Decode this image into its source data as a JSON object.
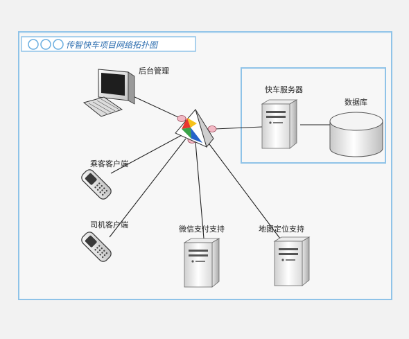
{
  "window": {
    "title": "传智快车项目网络拓扑图"
  },
  "nodes": {
    "admin": {
      "label": "后台管理",
      "icon": "desktop-computer-icon"
    },
    "hub": {
      "icon": "network-hub-icon"
    },
    "server_cluster": {
      "server": {
        "label": "快车服务器",
        "icon": "server-tower-icon"
      },
      "database": {
        "label": "数据库",
        "icon": "database-cylinder-icon"
      }
    },
    "passenger": {
      "label": "乘客客户端",
      "icon": "mobile-phone-icon"
    },
    "driver": {
      "label": "司机客户端",
      "icon": "mobile-phone-icon"
    },
    "wechat_pay": {
      "label": "微信支付支持",
      "icon": "server-tower-icon"
    },
    "map_location": {
      "label": "地图定位支持",
      "icon": "server-tower-icon"
    }
  },
  "links": [
    [
      "admin",
      "hub"
    ],
    [
      "passenger",
      "hub"
    ],
    [
      "driver",
      "hub"
    ],
    [
      "wechat_pay",
      "hub"
    ],
    [
      "map_location",
      "hub"
    ],
    [
      "hub",
      "server"
    ],
    [
      "server",
      "database"
    ]
  ],
  "colors": {
    "frame": "#8fc3e8",
    "line": "#222222",
    "background": "#f2f2f2"
  }
}
